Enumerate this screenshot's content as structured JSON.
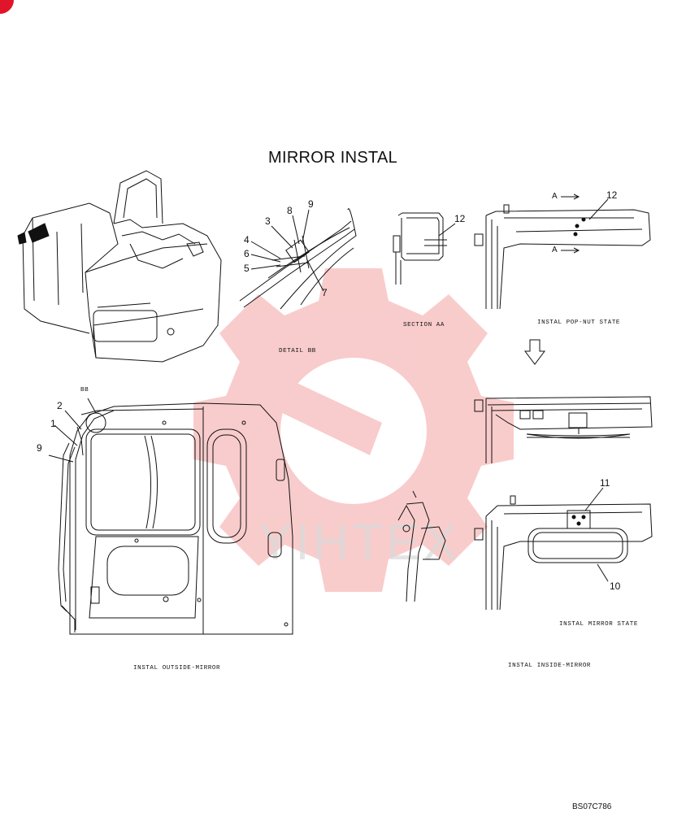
{
  "title": "MIRROR INSTAL",
  "callouts": {
    "c1": "1",
    "c2": "2",
    "c3": "3",
    "c4": "4",
    "c5": "5",
    "c6": "6",
    "c7": "7",
    "c8": "8",
    "c9a": "9",
    "c9b": "9",
    "c10": "10",
    "c11": "11",
    "c12a": "12",
    "c12b": "12"
  },
  "labels": {
    "detail_ref": "BB",
    "detail": "DETAIL BB",
    "section": "SECTION AA",
    "arrow_a1": "A",
    "arrow_a2": "A",
    "pop_nut": "INSTAL POP-NUT STATE",
    "mirror_state": "INSTAL MIRROR STATE",
    "outside_mirror": "INSTAL OUTSIDE-MIRROR",
    "inside_mirror": "INSTAL INSIDE-MIRROR"
  },
  "watermark": "YIHTEX",
  "drawing_code": "BS07C786",
  "colors": {
    "line": "#111111",
    "watermark": "#f4a3a3",
    "corner": "#e0152b"
  }
}
